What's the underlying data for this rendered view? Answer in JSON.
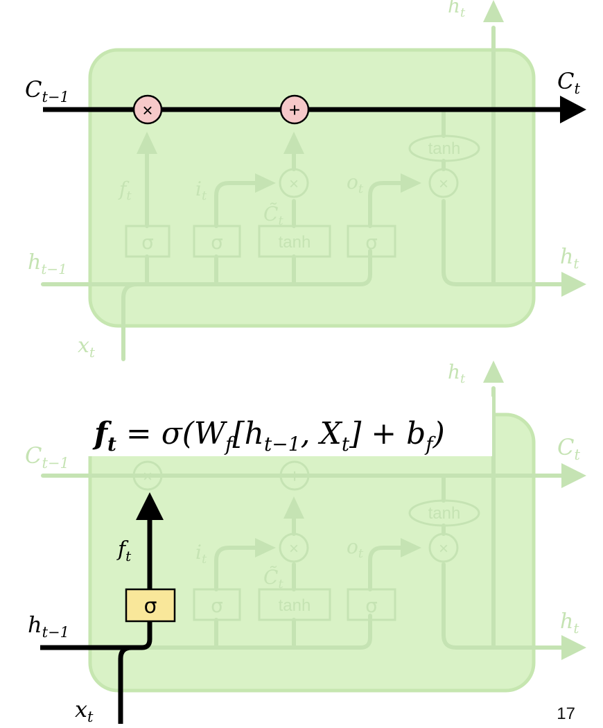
{
  "diagram": {
    "labels": {
      "c_prev": "C",
      "c_prev_sub": "t−1",
      "c_out": "C",
      "c_out_sub": "t",
      "h_prev": "h",
      "h_prev_sub": "t−1",
      "h_out": "h",
      "h_out_sub": "t",
      "h_top": "h",
      "h_top_sub": "t",
      "x_in": "x",
      "x_in_sub": "t",
      "f_gate": "f",
      "f_gate_sub": "t",
      "i_gate": "i",
      "i_gate_sub": "t",
      "o_gate": "o",
      "o_gate_sub": "t",
      "c_tilde": "C̃",
      "c_tilde_sub": "t"
    },
    "ops": {
      "multiply": "×",
      "add": "+",
      "tanh": "tanh",
      "sigma": "σ"
    },
    "formula": {
      "text": "f",
      "parts": {
        "f": "f",
        "f_sub": "t",
        "eq": " = σ(W",
        "w_sub": "f",
        "bracket_open": "[h",
        "h_sub": "t−1",
        "comma": ", X",
        "x_sub": "t",
        "close": "] + b",
        "b_sub": "f",
        "end": ")"
      }
    }
  },
  "page_number": "17",
  "colors": {
    "cell_fill": "#d9f2c6",
    "cell_stroke": "#c6e6b0",
    "faint": "#c5e3b3",
    "active": "#000000",
    "multiply_fill": "#f6c9c9",
    "sigma_fill": "#f9e79a"
  }
}
